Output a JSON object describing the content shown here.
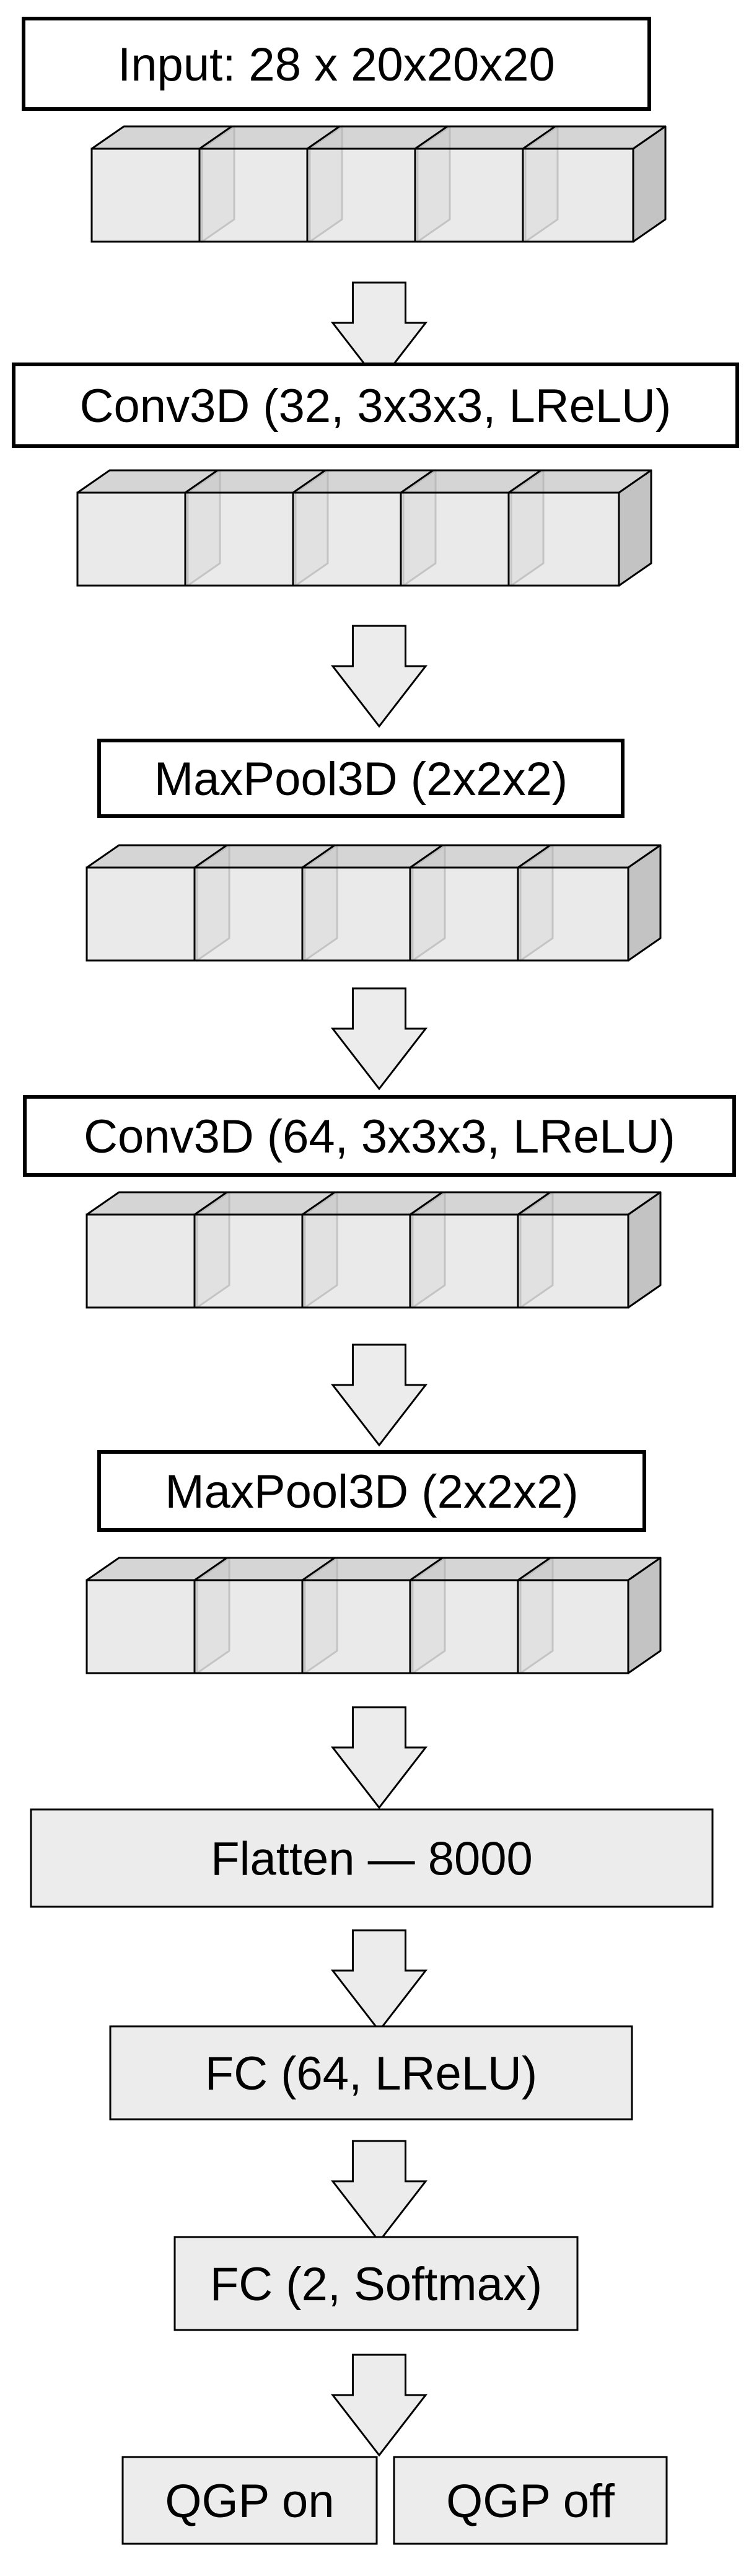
{
  "colors": {
    "stroke": "#000000",
    "cube_front": "#e6e6e6",
    "cube_top": "#d0d0d0",
    "cube_side": "#bdbdbd",
    "box_fill": "#ececec",
    "arrow_fill": "#ececec",
    "output_on": "#2e9e22",
    "output_off": "#e02a1e"
  },
  "layers": [
    {
      "label": "Input: 28 x 20x20x20",
      "style": "framed",
      "cubes": 5
    },
    {
      "label": "Conv3D (32, 3x3x3, LReLU)",
      "style": "framed",
      "cubes": 5
    },
    {
      "label": "MaxPool3D (2x2x2)",
      "style": "framed",
      "cubes": 5
    },
    {
      "label": "Conv3D (64, 3x3x3, LReLU)",
      "style": "framed",
      "cubes": 5
    },
    {
      "label": "MaxPool3D (2x2x2)",
      "style": "framed",
      "cubes": 5
    },
    {
      "label": "Flatten — 8000",
      "style": "filled",
      "cubes": 0
    },
    {
      "label": "FC (64, LReLU)",
      "style": "filled",
      "cubes": 0
    },
    {
      "label": "FC (2, Softmax)",
      "style": "filled",
      "cubes": 0
    }
  ],
  "outputs": [
    {
      "label": "QGP on",
      "color_key": "output_on"
    },
    {
      "label": "QGP off",
      "color_key": "output_off"
    }
  ]
}
